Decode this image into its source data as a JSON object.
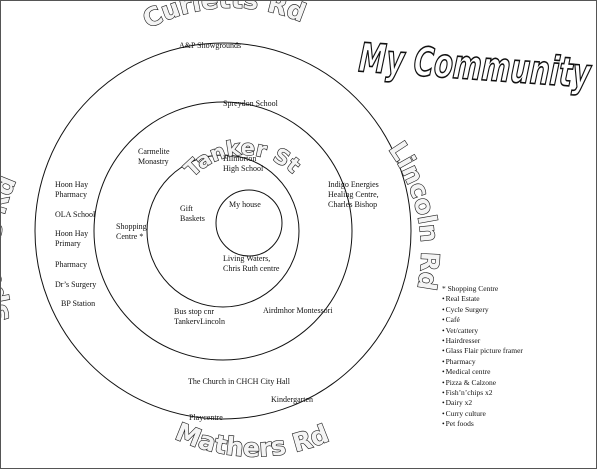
{
  "title": "My Community",
  "roads": {
    "north": "Curletts Rd",
    "east": "Lincoln Rd",
    "south": "Mathers Rd",
    "west": "Sparks Rd",
    "center": "Tanker St"
  },
  "center_label": "My house",
  "inner_ring": {
    "top": "Hilmorton High School",
    "left": "Gift Baskets",
    "bottom": "Living Waters, Chris Ruth centre"
  },
  "middle_ring": {
    "top": "Spreydon School",
    "top_left": "Carmelite Monastry",
    "left": "Shopping Centre  *",
    "right": "Indigo Energies Healing Centre, Charles Bishop",
    "bottom_left": "Bus stop cnr TankervLincoln",
    "bottom_right": "Airdmhor Montessori"
  },
  "outer_ring": {
    "top": "A&P Showgrounds",
    "left_items": [
      "Hoon Hay Pharmacy",
      "OLA School",
      "Hoon Hay Primary",
      "Pharmacy",
      "Dr’s Surgery",
      "BP Station"
    ],
    "bottom": "The Church in CHCH City Hall",
    "bottom_right": "Kindergarten",
    "bottom_far": "Playcentre"
  },
  "shopping_centre_list": {
    "heading": "* Shopping Centre",
    "items": [
      "Real Estate",
      "Cycle Surgery",
      "Café",
      "Vet/cattery",
      "Hairdresser",
      "Glass Flair picture framer",
      "Pharmacy",
      "Medical centre",
      "Pizza & Calzone",
      "Fish’n’chips x2",
      "Dairy x2",
      "Curry culture",
      "Pet foods"
    ]
  }
}
